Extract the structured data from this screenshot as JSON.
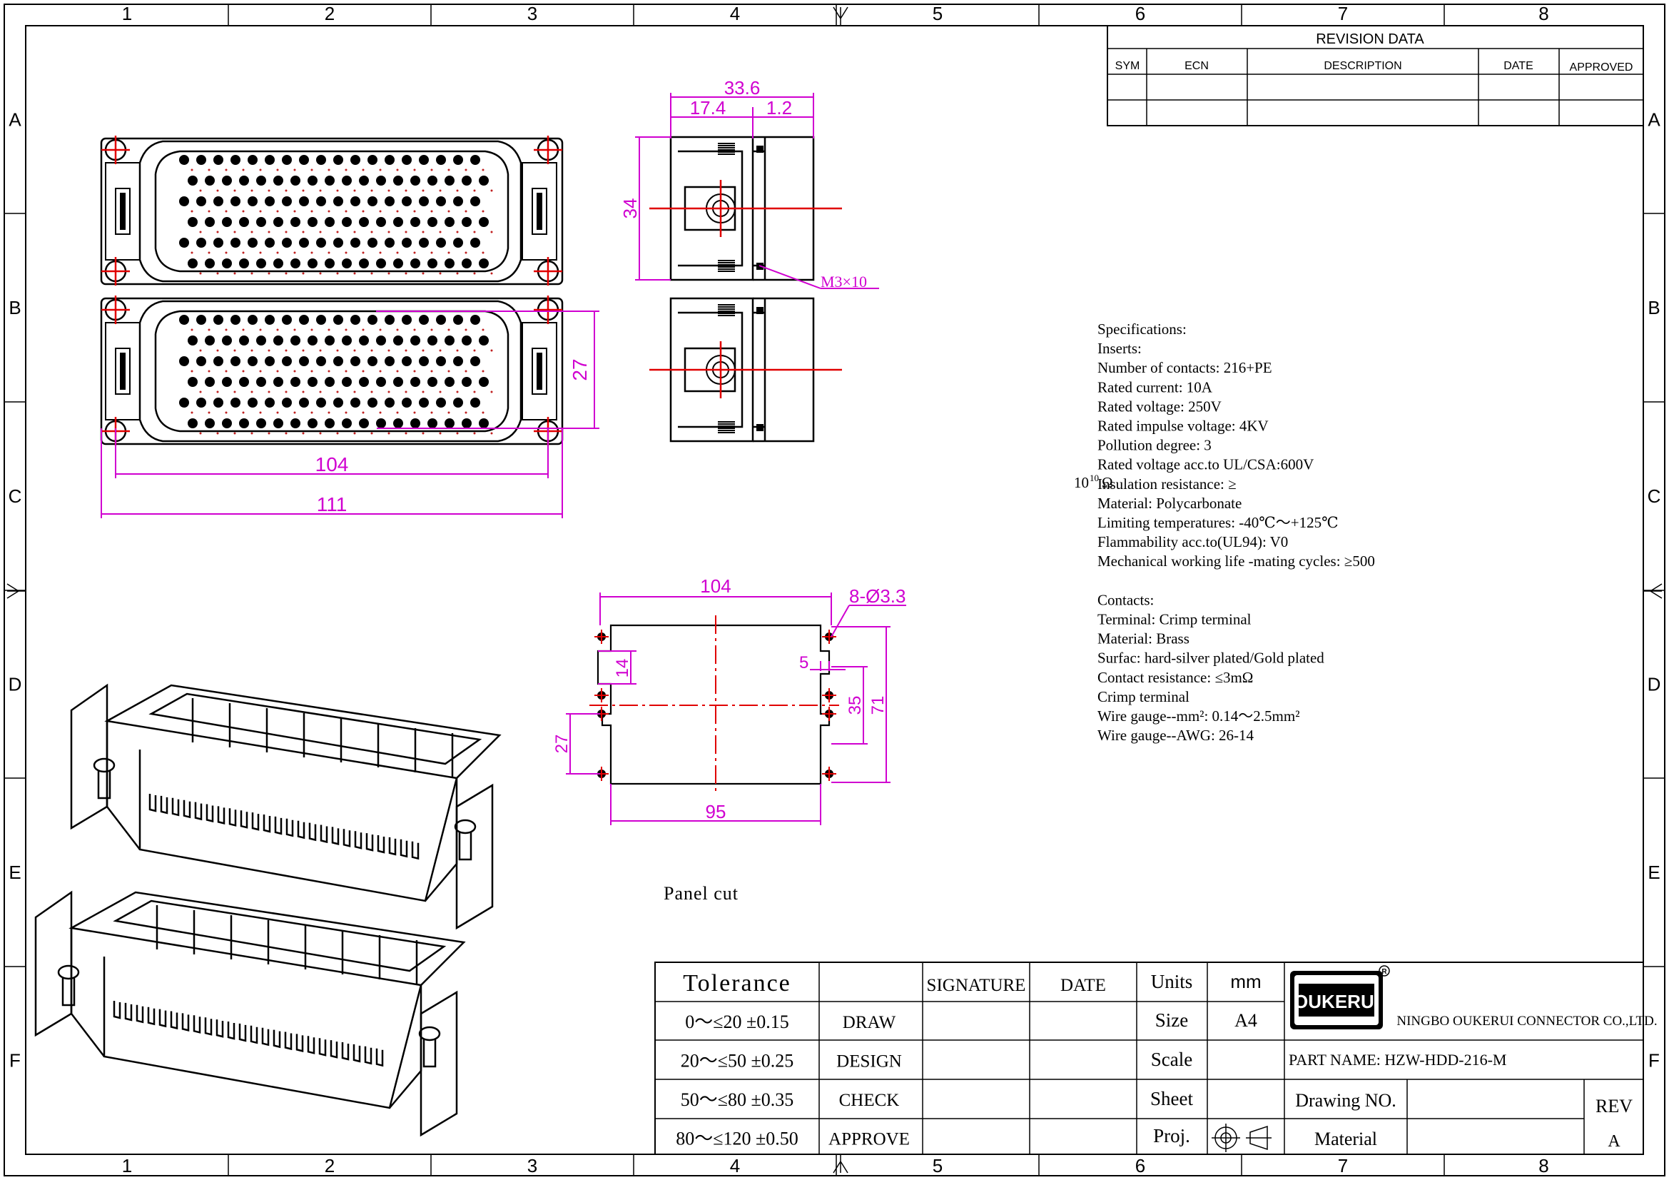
{
  "grid": {
    "columns": [
      "1",
      "2",
      "3",
      "4",
      "5",
      "6",
      "7",
      "8"
    ],
    "rows": [
      "A",
      "B",
      "C",
      "D",
      "E",
      "F"
    ]
  },
  "revision": {
    "title": "REVISION    DATA",
    "headers": [
      "SYM",
      "ECN",
      "DESCRIPTION",
      "DATE",
      "APPROVED"
    ]
  },
  "dimensions": {
    "side_total": "33.6",
    "side_a": "17.4",
    "side_b": "1.2",
    "side_height": "34",
    "screw": "M3×10",
    "pitch_height": "27",
    "inner_width": "104",
    "outer_width": "111",
    "cut_width": "104",
    "holes": "8-Ø3.3",
    "cut_notch": "14",
    "cut_offset": "5",
    "cut_h35": "35",
    "cut_h71": "71",
    "cut_h27": "27",
    "cut_bottom": "95"
  },
  "panel_cut_label": "Panel cut",
  "specifications": [
    "Specifications:",
    "Inserts:",
    "Number of contacts: 216+PE",
    "Rated current:  10A",
    "Rated voltage:  250V",
    "Rated impulse voltage:  4KV",
    "Pollution degree:  3",
    "Rated voltage acc.to UL/CSA:600V",
    "Insulation resistance:   ≥",
    "Material:  Polycarbonate",
    "Limiting temperatures:   -40℃～+125℃",
    "Flammability acc.to(UL94):  V0",
    "Mechanical working life -mating cycles:  ≥500",
    "",
    "Contacts:",
    "Terminal: Crimp terminal",
    "Material:  Brass",
    "Surfac:  hard-silver plated/Gold plated",
    "Contact resistance:  ≤3mΩ",
    "Crimp terminal",
    "Wire gauge--mm²:  0.14～2.5mm²",
    "Wire gauge--AWG:  26-14"
  ],
  "insulation_exp": {
    "base": "10",
    "exp": "10",
    "unit": "Ω"
  },
  "title_block": {
    "tolerance": "Tolerance",
    "tol_rows": [
      {
        "range": "0～≤20  ±0.15",
        "role": "DRAW"
      },
      {
        "range": "20～≤50  ±0.25",
        "role": "DESIGN"
      },
      {
        "range": "50～≤80  ±0.35",
        "role": "CHECK"
      },
      {
        "range": "80～≤120  ±0.50",
        "role": "APPROVE"
      }
    ],
    "signature": "SIGNATURE",
    "date": "DATE",
    "units_label": "Units",
    "units_value": "mm",
    "size_label": "Size",
    "size_value": "A4",
    "scale_label": "Scale",
    "sheet_label": "Sheet",
    "proj_label": "Proj.",
    "logo": "OUKERUI",
    "company": "NINGBO OUKERUI CONNECTOR CO.,LTD.",
    "part_name": "PART NAME:  HZW-HDD-216-M",
    "drawing_no": "Drawing NO.",
    "rev_label": "REV",
    "material": "Material",
    "rev_value": "A"
  }
}
